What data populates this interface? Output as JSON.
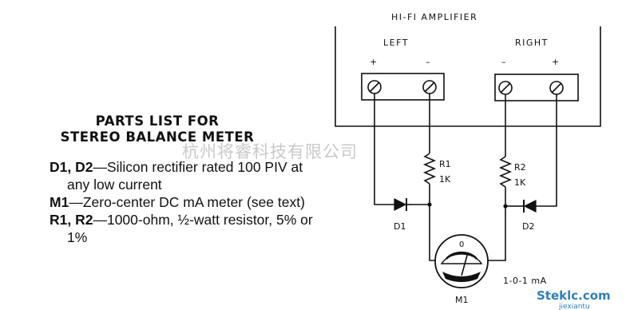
{
  "amplifier": {
    "title": "HI-FI AMPLIFIER",
    "left_label": "LEFT",
    "right_label": "RIGHT",
    "left_plus": "+",
    "left_minus": "–",
    "right_minus": "–",
    "right_plus": "+"
  },
  "components": {
    "r1_name": "R1",
    "r1_value": "1K",
    "r2_name": "R2",
    "r2_value": "1K",
    "d1_name": "D1",
    "d2_name": "D2",
    "m1_name": "M1",
    "meter_zero": "0",
    "meter_range": "1-0-1 mA"
  },
  "parts_list": {
    "title_line1": "PARTS LIST FOR",
    "title_line2": "STEREO BALANCE METER",
    "items": [
      {
        "code": "D1, D2",
        "desc": "—Silicon rectifier rated 100 PIV at any low current"
      },
      {
        "code": "M1",
        "desc": "—Zero-center DC mA meter (see text)"
      },
      {
        "code": "R1, R2",
        "desc": "—1000-ohm, ½-watt resistor, 5% or 1%"
      }
    ]
  },
  "watermark": {
    "text": "杭州将睿科技有限公司",
    "logo": "Steklc.com",
    "logo_sub": "jiexiantu"
  }
}
